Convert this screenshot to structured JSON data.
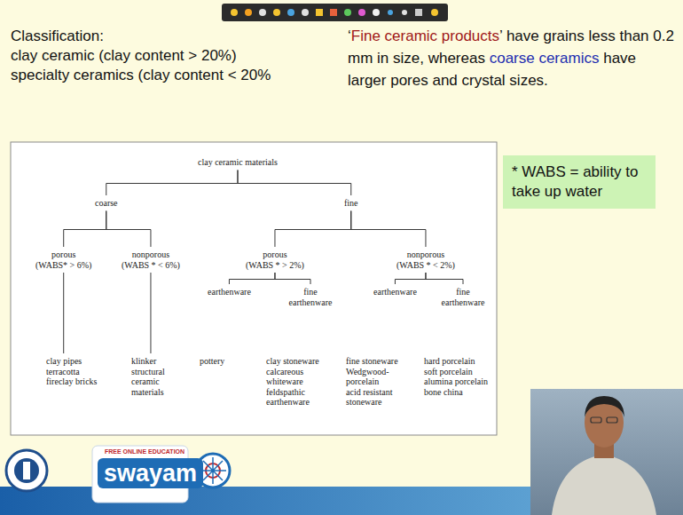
{
  "diagram": {
    "nodes": [
      {
        "text": [
          "clay ceramic materials"
        ]
      },
      {
        "text": [
          "coarse"
        ]
      },
      {
        "text": [
          "fine"
        ]
      },
      {
        "text": [
          "porous",
          "(WABS* > 6%)"
        ]
      },
      {
        "text": [
          "nonporous",
          "(WABS * < 6%)"
        ]
      },
      {
        "text": [
          "porous",
          "(WABS * > 2%)"
        ]
      },
      {
        "text": [
          "nonporous",
          "(WABS * < 2%)"
        ]
      },
      {
        "text": [
          "earthenware"
        ]
      },
      {
        "text": [
          "fine earthenware"
        ]
      },
      {
        "text": [
          "earthenware"
        ]
      },
      {
        "text": [
          "fine earthenware"
        ]
      },
      {
        "text": [
          "clay pipes",
          "terracotta",
          "fireclay bricks"
        ]
      },
      {
        "text": [
          "klinker",
          "structural ceramic materials"
        ]
      },
      {
        "text": [
          "pottery"
        ]
      },
      {
        "text": [
          "clay stoneware",
          "calcareous whiteware",
          "feldspathic earthenware"
        ]
      },
      {
        "text": [
          "fine stoneware",
          "Wedgwood-porcelain",
          "acid resistant stoneware"
        ]
      },
      {
        "text": [
          "hard porcelain",
          "soft porcelain",
          "alumina porcelain",
          "bone china"
        ]
      },
      {
        "text": [
          "* WABS = ability to take up water"
        ]
      }
    ],
    "edges": [
      {
        "from": 0,
        "to": 1,
        "arrow": "none"
      },
      {
        "from": 0,
        "to": 2,
        "arrow": "none"
      },
      {
        "from": 1,
        "to": 3,
        "arrow": "none"
      },
      {
        "from": 1,
        "to": 4,
        "arrow": "none"
      },
      {
        "from": 2,
        "to": 5,
        "arrow": "none"
      },
      {
        "from": 2,
        "to": 6,
        "arrow": "none"
      },
      {
        "from": 3,
        "to": 11,
        "arrow": "none"
      },
      {
        "from": 4,
        "to": 12,
        "arrow": "none"
      },
      {
        "from": 5,
        "to": 7,
        "arrow": "none"
      },
      {
        "from": 5,
        "to": 8,
        "arrow": "none"
      },
      {
        "from": 6,
        "to": 9,
        "arrow": "none"
      },
      {
        "from": 6,
        "to": 10,
        "arrow": "none"
      }
    ],
    "labels": [
      "Classification:",
      "clay ceramic (clay content > 20%)",
      "specialty ceramics (clay content < 20%",
      "‘",
      "Fine ceramic products",
      "’ have grains less than 0.2 mm in size, whereas",
      "coarse ceramics",
      "have larger pores and crystal sizes.",
      "FREE ONLINE EDUCATION",
      "swayam"
    ]
  }
}
